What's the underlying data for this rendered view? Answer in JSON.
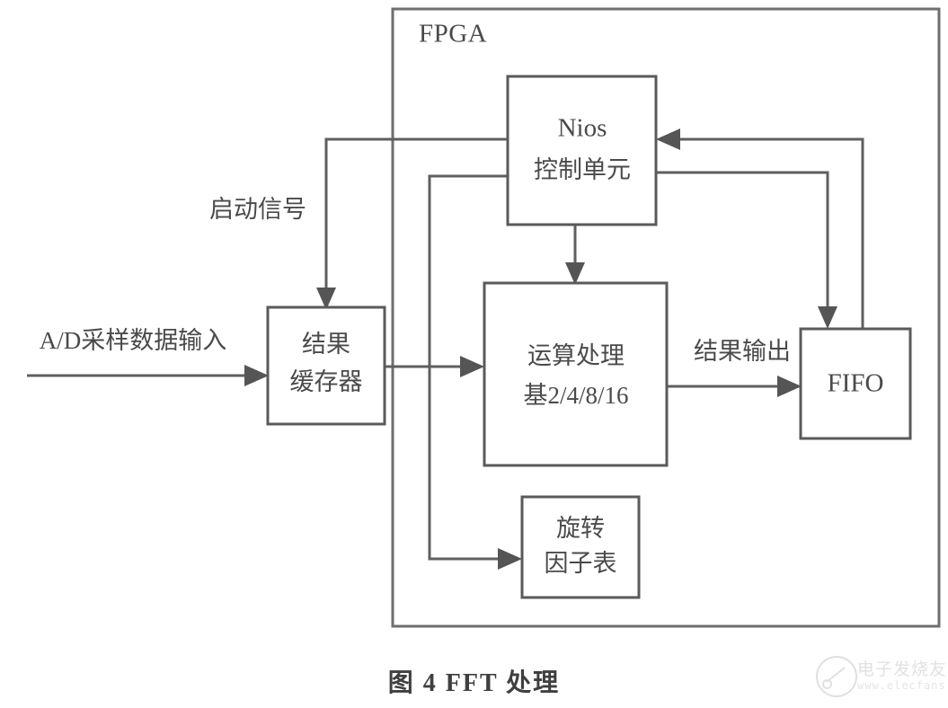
{
  "figure": {
    "caption": "图 4    FFT 处理",
    "container_label": "FPGA"
  },
  "blocks": {
    "nios": {
      "line1": "Nios",
      "line2": "控制单元"
    },
    "buffer": {
      "line1": "结果",
      "line2": "缓存器"
    },
    "compute": {
      "line1": "运算处理",
      "line2": "基2/4/8/16"
    },
    "fifo": {
      "line1": "FIFO"
    },
    "twiddle": {
      "line1": "旋转",
      "line2": "因子表"
    }
  },
  "edge_labels": {
    "start_signal": "启动信号",
    "ad_input": "A/D采样数据输入",
    "result_output": "结果输出"
  },
  "watermark": {
    "text_cn": "电子发烧友",
    "url": "www.elecfans.com"
  },
  "colors": {
    "stroke": "#5a5a5a",
    "text": "#4a4a4a",
    "background": "#ffffff"
  }
}
